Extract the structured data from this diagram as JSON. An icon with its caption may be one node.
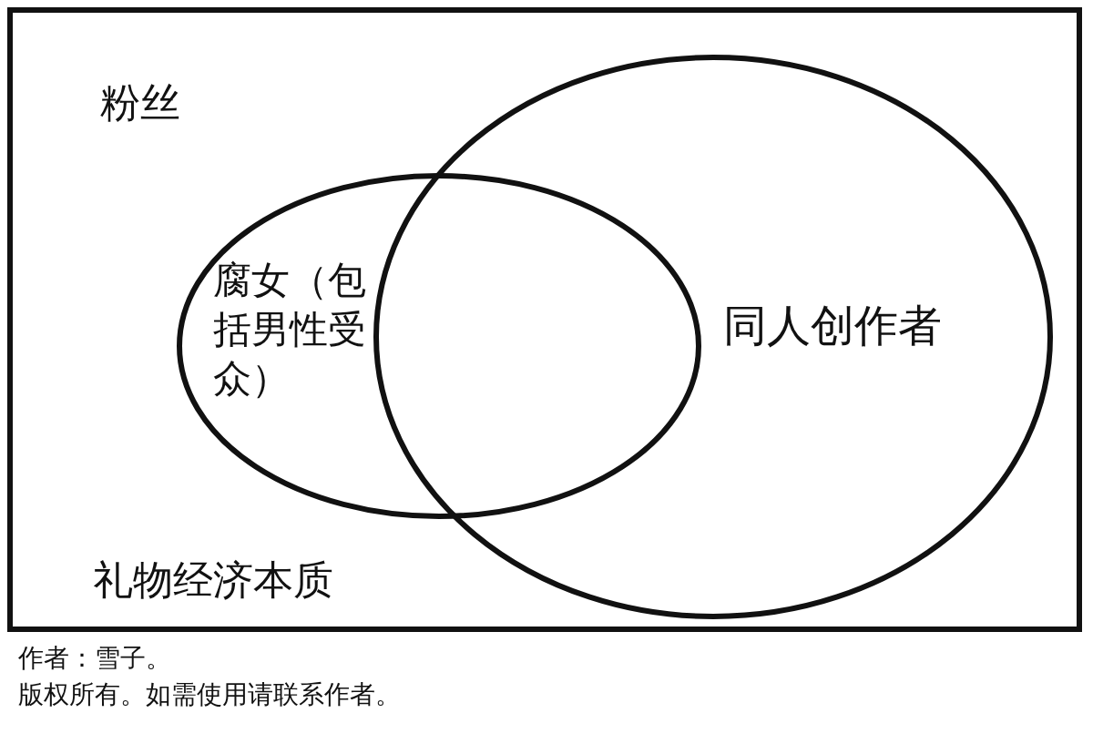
{
  "diagram": {
    "nodes": [
      {
        "text": [
          "粉丝",
          "礼物经济本质"
        ]
      },
      {
        "text": [
          "腐女（包括男性受众）"
        ],
        "in": 0
      },
      {
        "text": [
          "同人创作者"
        ],
        "in": 0
      }
    ],
    "labels": [
      "作者：雪子。",
      "版权所有。如需使用请联系作者。"
    ]
  }
}
